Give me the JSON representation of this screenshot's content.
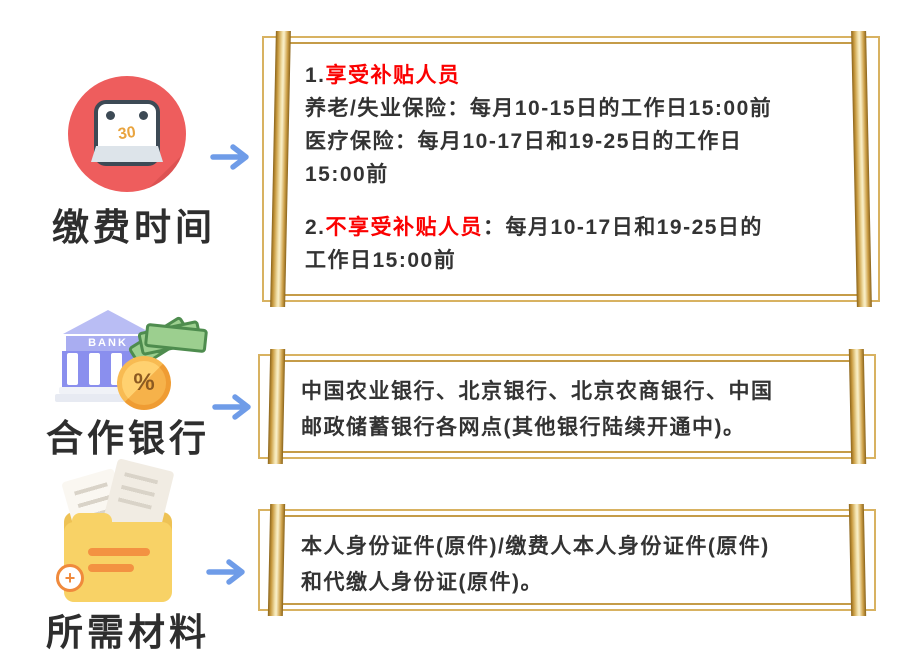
{
  "colors": {
    "gold_roller_light": "#f9efc9",
    "gold_roller_dark": "#8a641c",
    "gold_border": "#c59c48",
    "text_black": "#333333",
    "highlight_red": "#fb0000",
    "arrow_blue": "#6f9ce8",
    "calendar_red": "#ee5d5d",
    "bank_purple": "#8a8fee",
    "money_green": "#9ccf8f",
    "coin_gold": "#f6b24a",
    "folder_yellow": "#f8d266"
  },
  "glyphs": {
    "dollar": "$",
    "plus": "+"
  },
  "sections": {
    "payment_time": {
      "label": "缴费时间",
      "calendar_day": "30",
      "item1_prefix": "1.",
      "item1_red": "享受补贴人员",
      "item1_line2": "养老/失业保险：每月10-15日的工作日15:00前",
      "item1_line3": "医疗保险：每月10-17日和19-25日的工作日",
      "item1_line4": "15:00前",
      "item2_prefix": "2.",
      "item2_red": "不享受补贴人员",
      "item2_rest": "：每月10-17日和19-25日的",
      "item2_line2": "工作日15:00前"
    },
    "banks": {
      "label": "合作银行",
      "bank_sign": "BANK",
      "line1": "中国农业银行、北京银行、北京农商银行、中国",
      "line2": "邮政储蓄银行各网点(其他银行陆续开通中)。"
    },
    "materials": {
      "label": "所需材料",
      "line1": "本人身份证件(原件)/缴费人本人身份证件(原件)",
      "line2": "和代缴人身份证(原件)。"
    }
  }
}
